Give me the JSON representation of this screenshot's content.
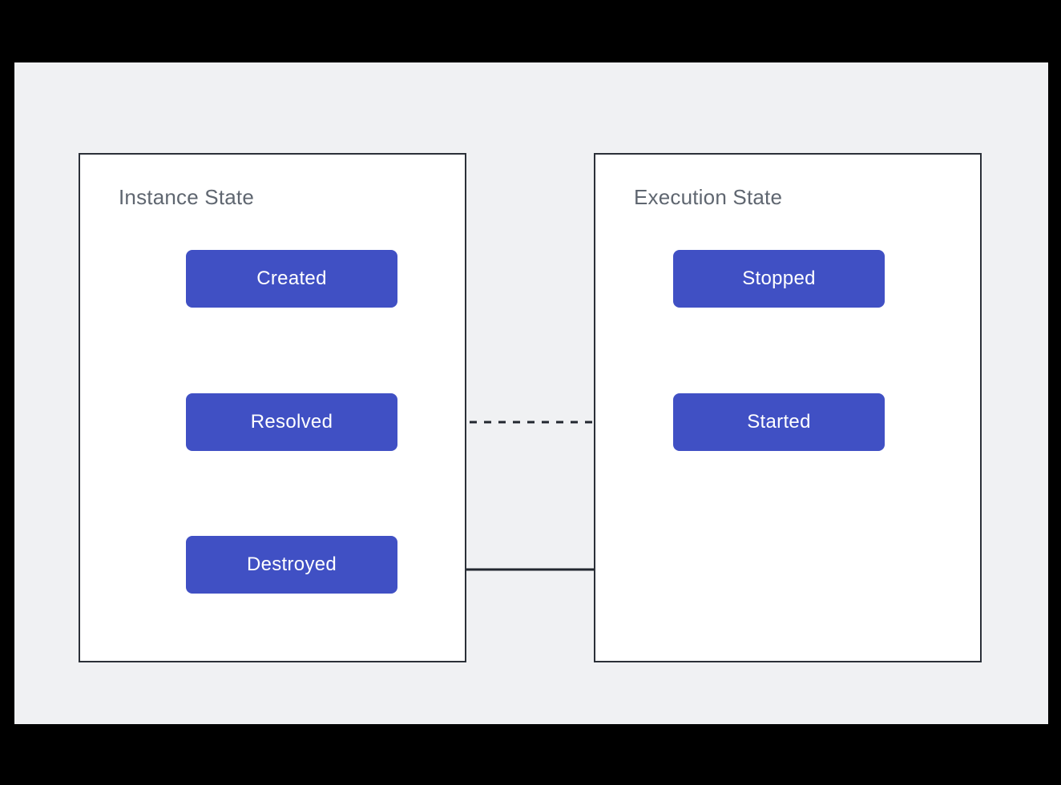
{
  "canvas": {
    "background_color": "#F0F1F3",
    "outer_color": "#000000"
  },
  "panels": [
    {
      "id": "instance-state",
      "title": "Instance State",
      "border_color": "#2B3038",
      "fill_color": "#FFFFFF",
      "title_color": "#5F6670"
    },
    {
      "id": "execution-state",
      "title": "Execution State",
      "border_color": "#2B3038",
      "fill_color": "#FFFFFF",
      "title_color": "#5F6670"
    }
  ],
  "states": {
    "created": "Created",
    "resolved": "Resolved",
    "destroyed": "Destroyed",
    "stopped": "Stopped",
    "started": "Started"
  },
  "style": {
    "state_fill": "#4050C4",
    "state_text": "#FFFFFF",
    "edge_color": "#22272F"
  },
  "edges": [
    {
      "name": "created-to-resolved",
      "from": "Created",
      "to": "Resolved",
      "style": "solid",
      "arrows": "end"
    },
    {
      "name": "resolved-to-destroyed",
      "from": "Resolved",
      "to": "Destroyed",
      "style": "solid",
      "arrows": "end"
    },
    {
      "name": "created-to-destroyed",
      "from": "Created",
      "to": "Destroyed",
      "style": "solid",
      "arrows": "end"
    },
    {
      "name": "resolved-to-started",
      "from": "Resolved",
      "to": "Started",
      "style": "dashed",
      "arrows": "end"
    },
    {
      "name": "stopped-started",
      "from": "Stopped",
      "to": "Started",
      "style": "solid",
      "arrows": "both"
    },
    {
      "name": "stopped-to-destroyed",
      "from": "Stopped",
      "to": "Destroyed",
      "style": "solid",
      "arrows": "end"
    }
  ]
}
